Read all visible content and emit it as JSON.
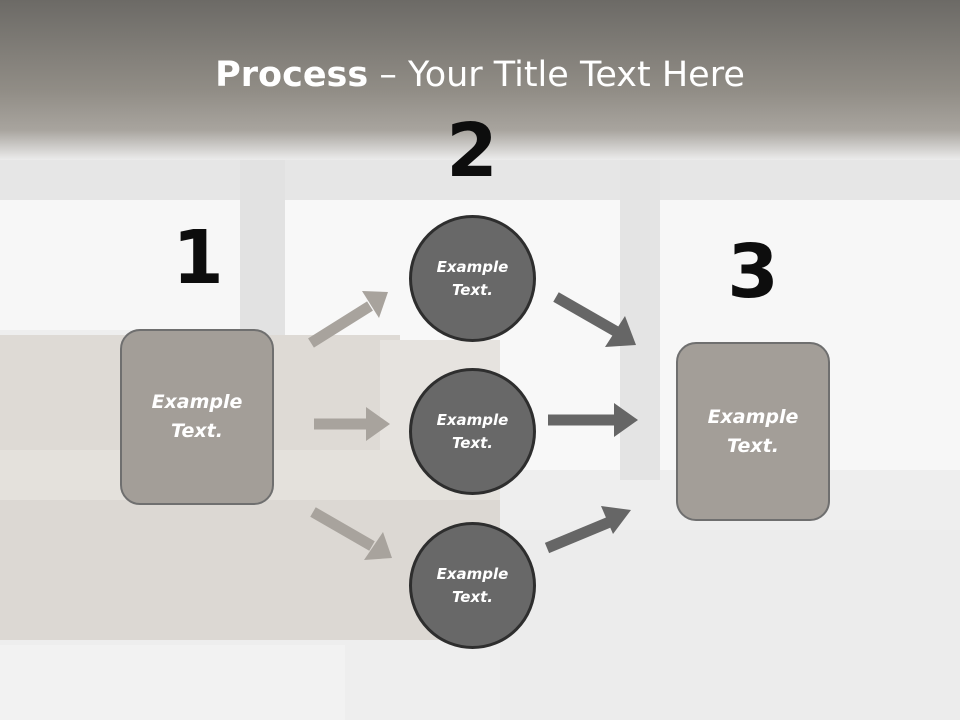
{
  "title": {
    "bold": "Process",
    "rest": " – Your Title Text Here"
  },
  "steps": [
    {
      "number": "1"
    },
    {
      "number": "2"
    },
    {
      "number": "3"
    }
  ],
  "left_box": {
    "line1": "Example",
    "line2": "Text."
  },
  "circles": [
    {
      "line1": "Example",
      "line2": "Text."
    },
    {
      "line1": "Example",
      "line2": "Text."
    },
    {
      "line1": "Example",
      "line2": "Text."
    }
  ],
  "right_box": {
    "line1": "Example",
    "line2": "Text."
  },
  "colors": {
    "box_fill": "#a39e98",
    "circle_fill": "#686868",
    "arrow_left": "#a8a39d",
    "arrow_right": "#666666"
  }
}
